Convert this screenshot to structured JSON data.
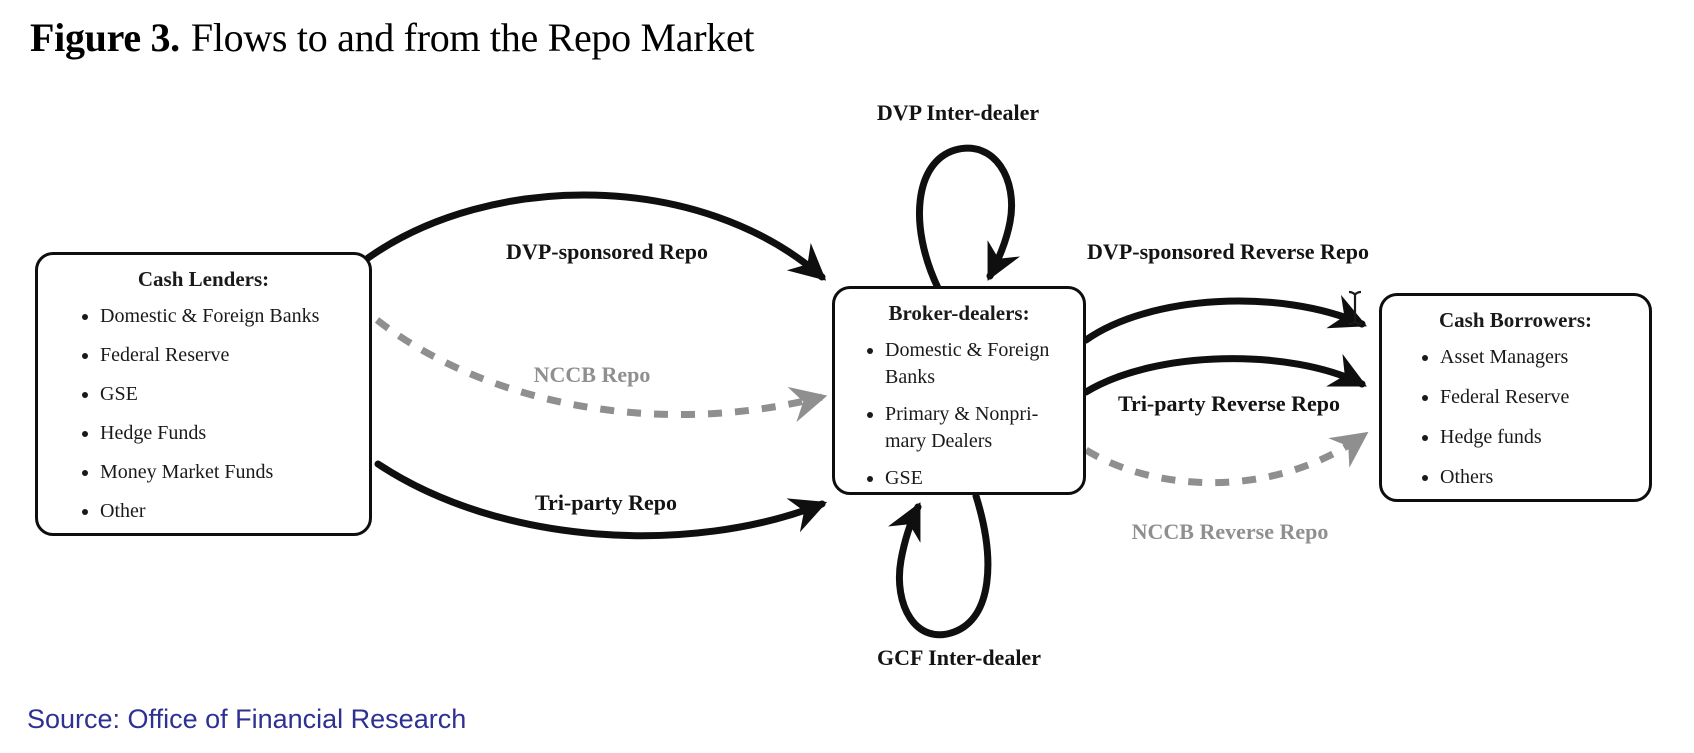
{
  "title": {
    "figure_label": "Figure 3.",
    "text": "Flows to and from the Repo Market"
  },
  "source": "Source: Office of Financial Research",
  "colors": {
    "arrow_black": "#0f0f0f",
    "arrow_gray": "#8f8f8f",
    "gray_label": "#8f8f8f",
    "source_blue": "#2e3192",
    "box_border": "#0e0e0e"
  },
  "nodes": {
    "cash_lenders": {
      "title": "Cash Lenders:",
      "items": [
        "Domestic & Foreign Banks",
        "Federal Reserve",
        "GSE",
        "Hedge Funds",
        "Money Market Funds",
        "Other"
      ]
    },
    "broker_dealers": {
      "title": "Broker-dealers:",
      "items": [
        "Domestic & Foreign\nBanks",
        "Primary & Nonpri-\nmary Dealers",
        "GSE"
      ]
    },
    "cash_borrowers": {
      "title": "Cash Borrowers:",
      "items": [
        "Asset Managers",
        "Federal Reserve",
        "Hedge funds",
        "Others"
      ]
    }
  },
  "flows": {
    "dvp_sponsored_repo": "DVP-sponsored Repo",
    "nccb_repo": "NCCB Repo",
    "tri_party_repo": "Tri-party Repo",
    "dvp_inter_dealer": "DVP Inter-dealer",
    "gcf_inter_dealer": "GCF Inter-dealer",
    "dvp_sponsored_reverse_repo": "DVP-sponsored Reverse Repo",
    "tri_party_reverse_repo": "Tri-party Reverse Repo",
    "nccb_reverse_repo": "NCCB Reverse Repo"
  }
}
